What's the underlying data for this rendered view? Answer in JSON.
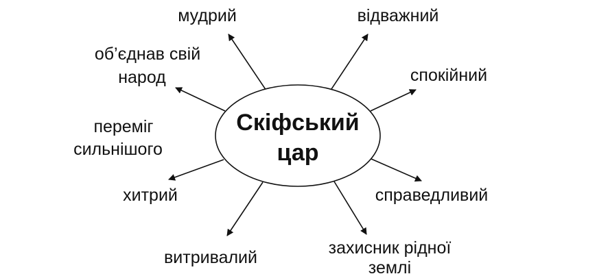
{
  "center": {
    "line1": "Скіфський",
    "line2": "цар"
  },
  "traits": [
    {
      "id": "mudryi",
      "lines": [
        "мудрий"
      ]
    },
    {
      "id": "vidvazhnyi",
      "lines": [
        "відважний"
      ]
    },
    {
      "id": "obiednav",
      "lines": [
        "об’єднав свій",
        "народ"
      ]
    },
    {
      "id": "spokiinyi",
      "lines": [
        "спокійний"
      ]
    },
    {
      "id": "peremih",
      "lines": [
        "переміг",
        "сильнішого"
      ]
    },
    {
      "id": "khytryi",
      "lines": [
        "хитрий"
      ]
    },
    {
      "id": "spravedlyvyi",
      "lines": [
        "справедливий"
      ]
    },
    {
      "id": "vytryvalyi",
      "lines": [
        "витривалий"
      ]
    },
    {
      "id": "zakhysnyk",
      "lines": [
        "захисник рідної",
        "землі"
      ]
    }
  ]
}
